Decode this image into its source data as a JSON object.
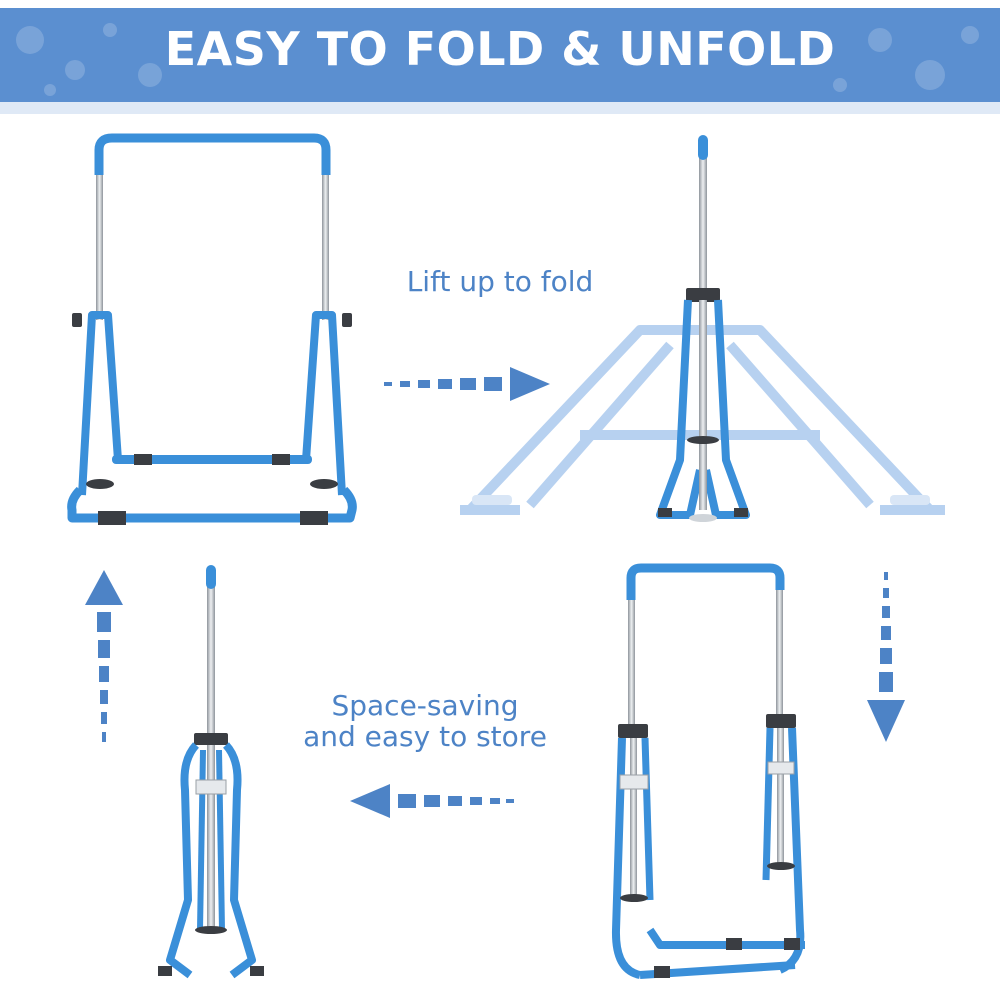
{
  "banner": {
    "title": "EASY TO FOLD & UNFOLD",
    "color": "#5b8fd0"
  },
  "captions": {
    "fold": "Lift up to fold",
    "store_line1": "Space-saving",
    "store_line2": "and easy to store"
  },
  "colors": {
    "frame_blue": "#3a8fd9",
    "ghost_blue": "#b7d1f0",
    "steel": "#b9bec4",
    "rubber": "#3a3d42",
    "arrow": "#4d83c6",
    "caption": "#4d83c6"
  },
  "arrows": [
    {
      "name": "arrow-right",
      "direction": "right"
    },
    {
      "name": "arrow-down",
      "direction": "down"
    },
    {
      "name": "arrow-left",
      "direction": "left"
    },
    {
      "name": "arrow-up",
      "direction": "up"
    }
  ]
}
